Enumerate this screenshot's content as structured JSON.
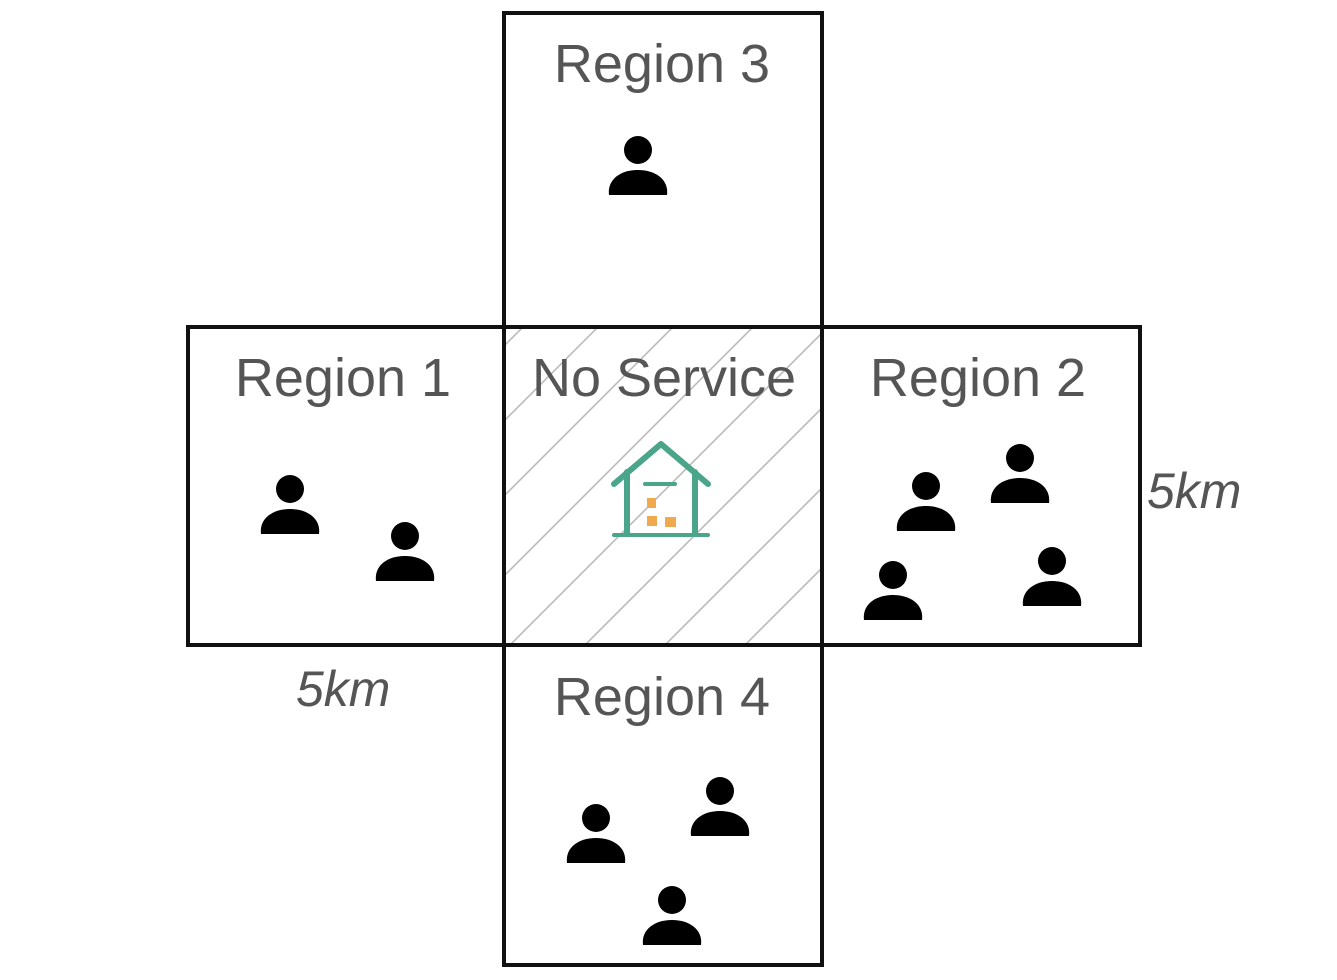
{
  "diagram": {
    "regions": {
      "top": {
        "label": "Region 3",
        "people": 1
      },
      "left": {
        "label": "Region 1",
        "people": 2
      },
      "center": {
        "label": "No Service"
      },
      "right": {
        "label": "Region 2",
        "people": 4
      },
      "bottom": {
        "label": "Region 4",
        "people": 3
      }
    },
    "dimensions": {
      "width": "5km",
      "height": "5km"
    },
    "colors": {
      "border": "#111111",
      "text": "#555555",
      "hatch": "#bbbbbb",
      "warehouse": "#4aa58a",
      "boxes": "#f0a94c"
    },
    "icons": {
      "person": "person-icon",
      "warehouse": "warehouse-icon"
    }
  }
}
